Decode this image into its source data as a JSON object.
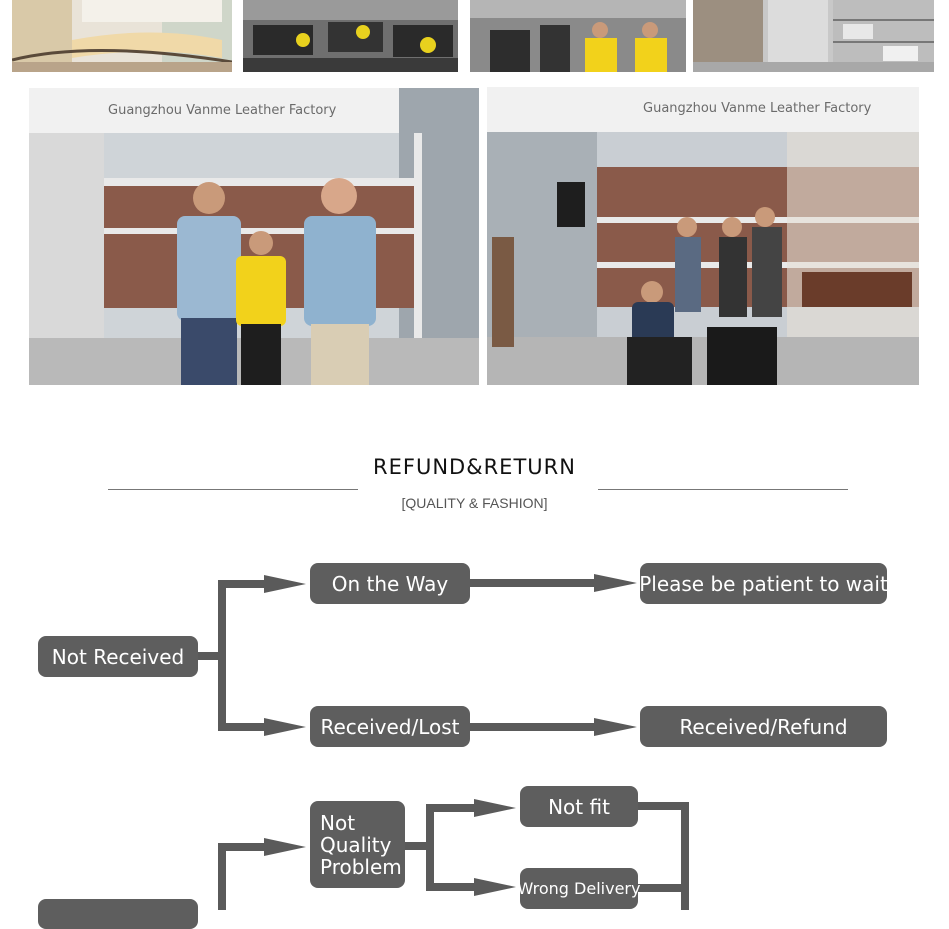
{
  "gallery": {
    "top_row": [
      {
        "name": "reception-lobby"
      },
      {
        "name": "office-workers"
      },
      {
        "name": "staff-team"
      },
      {
        "name": "warehouse-shelves"
      }
    ],
    "booth_photos": [
      {
        "sign": "Guangzhou Vanme Leather Factory"
      },
      {
        "sign": "Guangzhou Vanme Leather Factory"
      }
    ]
  },
  "section": {
    "title": "REFUND&RETURN",
    "subtitle": "[QUALITY & FASHION]"
  },
  "flow": {
    "not_received": "Not Received",
    "on_the_way": "On the Way",
    "patient": "Please be patient to wait",
    "received_lost": "Received/Lost",
    "received_refund": "Received/Refund",
    "not_quality_lines": [
      "Not",
      "Quality",
      "Problem"
    ],
    "not_fit": "Not fit",
    "wrong_delivery": "Wrong Delivery"
  },
  "colors": {
    "box": "#5e5e5e",
    "arrow": "#5a5a5a",
    "booth_frame": "#e9e9e9",
    "booth_wall": "#8a5a4a"
  }
}
